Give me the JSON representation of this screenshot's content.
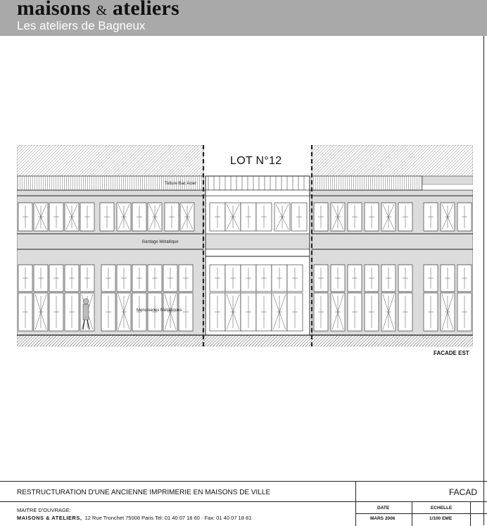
{
  "header": {
    "brand_main": "maisons",
    "brand_amp": "&",
    "brand_second": "ateliers",
    "subtitle": "Les ateliers de Bagneux"
  },
  "drawing": {
    "lot_title": "LOT N°12",
    "annotations": {
      "roof": "Toiture Bac Acier",
      "cladding": "Bardage Métallique",
      "joinery": "Menuiseries Métalliques"
    },
    "view_label": "FACADE EST"
  },
  "cartouche": {
    "project_title": "RESTRUCTURATION D'UNE ANCIENNE IMPRIMERIE EN MAISONS DE VILLE",
    "sheet_title": "FACAD",
    "owner_label": "MAITRE D'OUVRAGE:",
    "owner_name": "MAISONS & ATELIERS,",
    "owner_address": "12 Rue Tronchet 75008 Paris   Tel: 01 40 07 18 60 · Fax: 01 40 07 18 81",
    "date_label": "DATE",
    "date_value": "MARS 2006",
    "scale_label": "ECHELLE",
    "scale_value": "1/100 EME"
  }
}
